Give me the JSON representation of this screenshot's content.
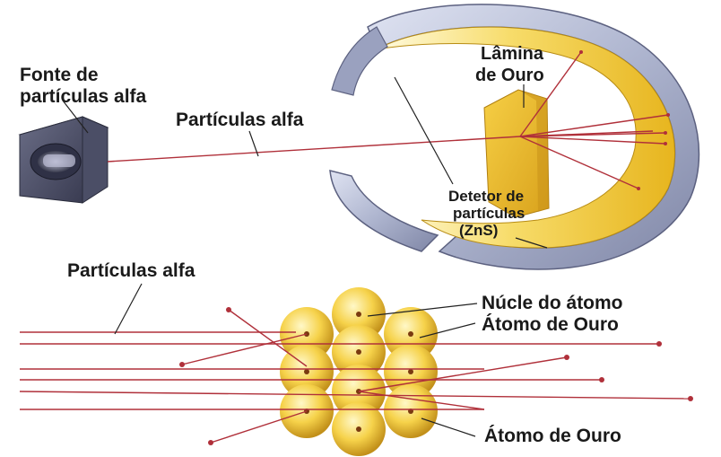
{
  "labels": {
    "source": [
      "Fonte de",
      "partículas alfa"
    ],
    "beam": "Partículas alfa",
    "foil": [
      "Lâmina",
      "de Ouro"
    ],
    "detector": [
      "Detetor de",
      "partículas",
      "(ZnS)"
    ],
    "beam_bottom": "Partículas alfa",
    "nucleus": [
      "Núcle do átomo",
      "Átomo de Ouro"
    ],
    "atom_bottom": "Átomo de Ouro"
  },
  "colors": {
    "particle_path": "#b0303a",
    "gold_light": "#fff5b0",
    "gold_mid": "#f0c535",
    "gold_dark": "#b08212",
    "ring_outer": "#b9bfd8",
    "ring_inner": "#f3cf35",
    "source_box": "#4a4d66",
    "nucleus": "#7a3a10"
  }
}
